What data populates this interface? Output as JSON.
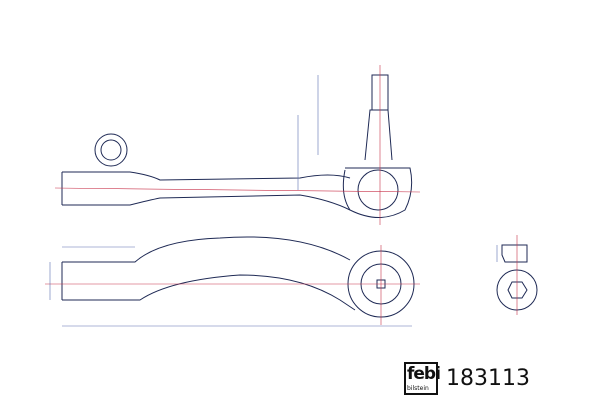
{
  "brand": {
    "logo_main": "febi",
    "logo_sub": "bilstein"
  },
  "part_number": "183113",
  "colors": {
    "outline": "#1f2a55",
    "centerline": "#c8324a",
    "dimension": "#5a6fb0"
  }
}
